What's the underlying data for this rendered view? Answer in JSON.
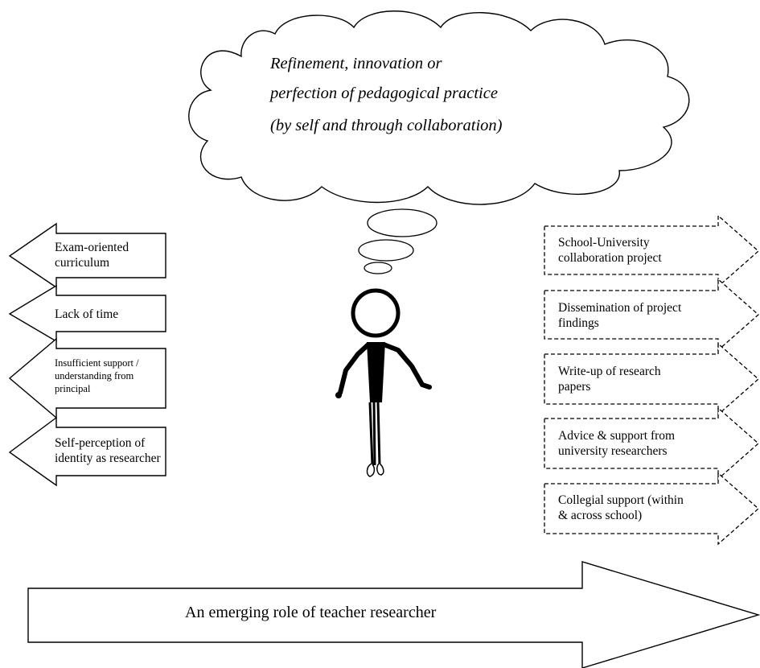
{
  "thought_cloud": {
    "lines": [
      "Refinement, innovation or",
      "perfection of pedagogical practice",
      "(by self and through collaboration)"
    ]
  },
  "hindering_factors": [
    "Exam-oriented\ncurriculum",
    "Lack of time",
    "Insufficient support /\nunderstanding from\nprincipal",
    "Self-perception of\nidentity as researcher"
  ],
  "supporting_factors": [
    "School-University\ncollaboration project",
    "Dissemination of project\nfindings",
    "Write-up of research\npapers",
    "Advice & support from\nuniversity researchers",
    "Collegial support (within\n& across school)"
  ],
  "role_banner": {
    "label": "An emerging role of teacher researcher"
  }
}
